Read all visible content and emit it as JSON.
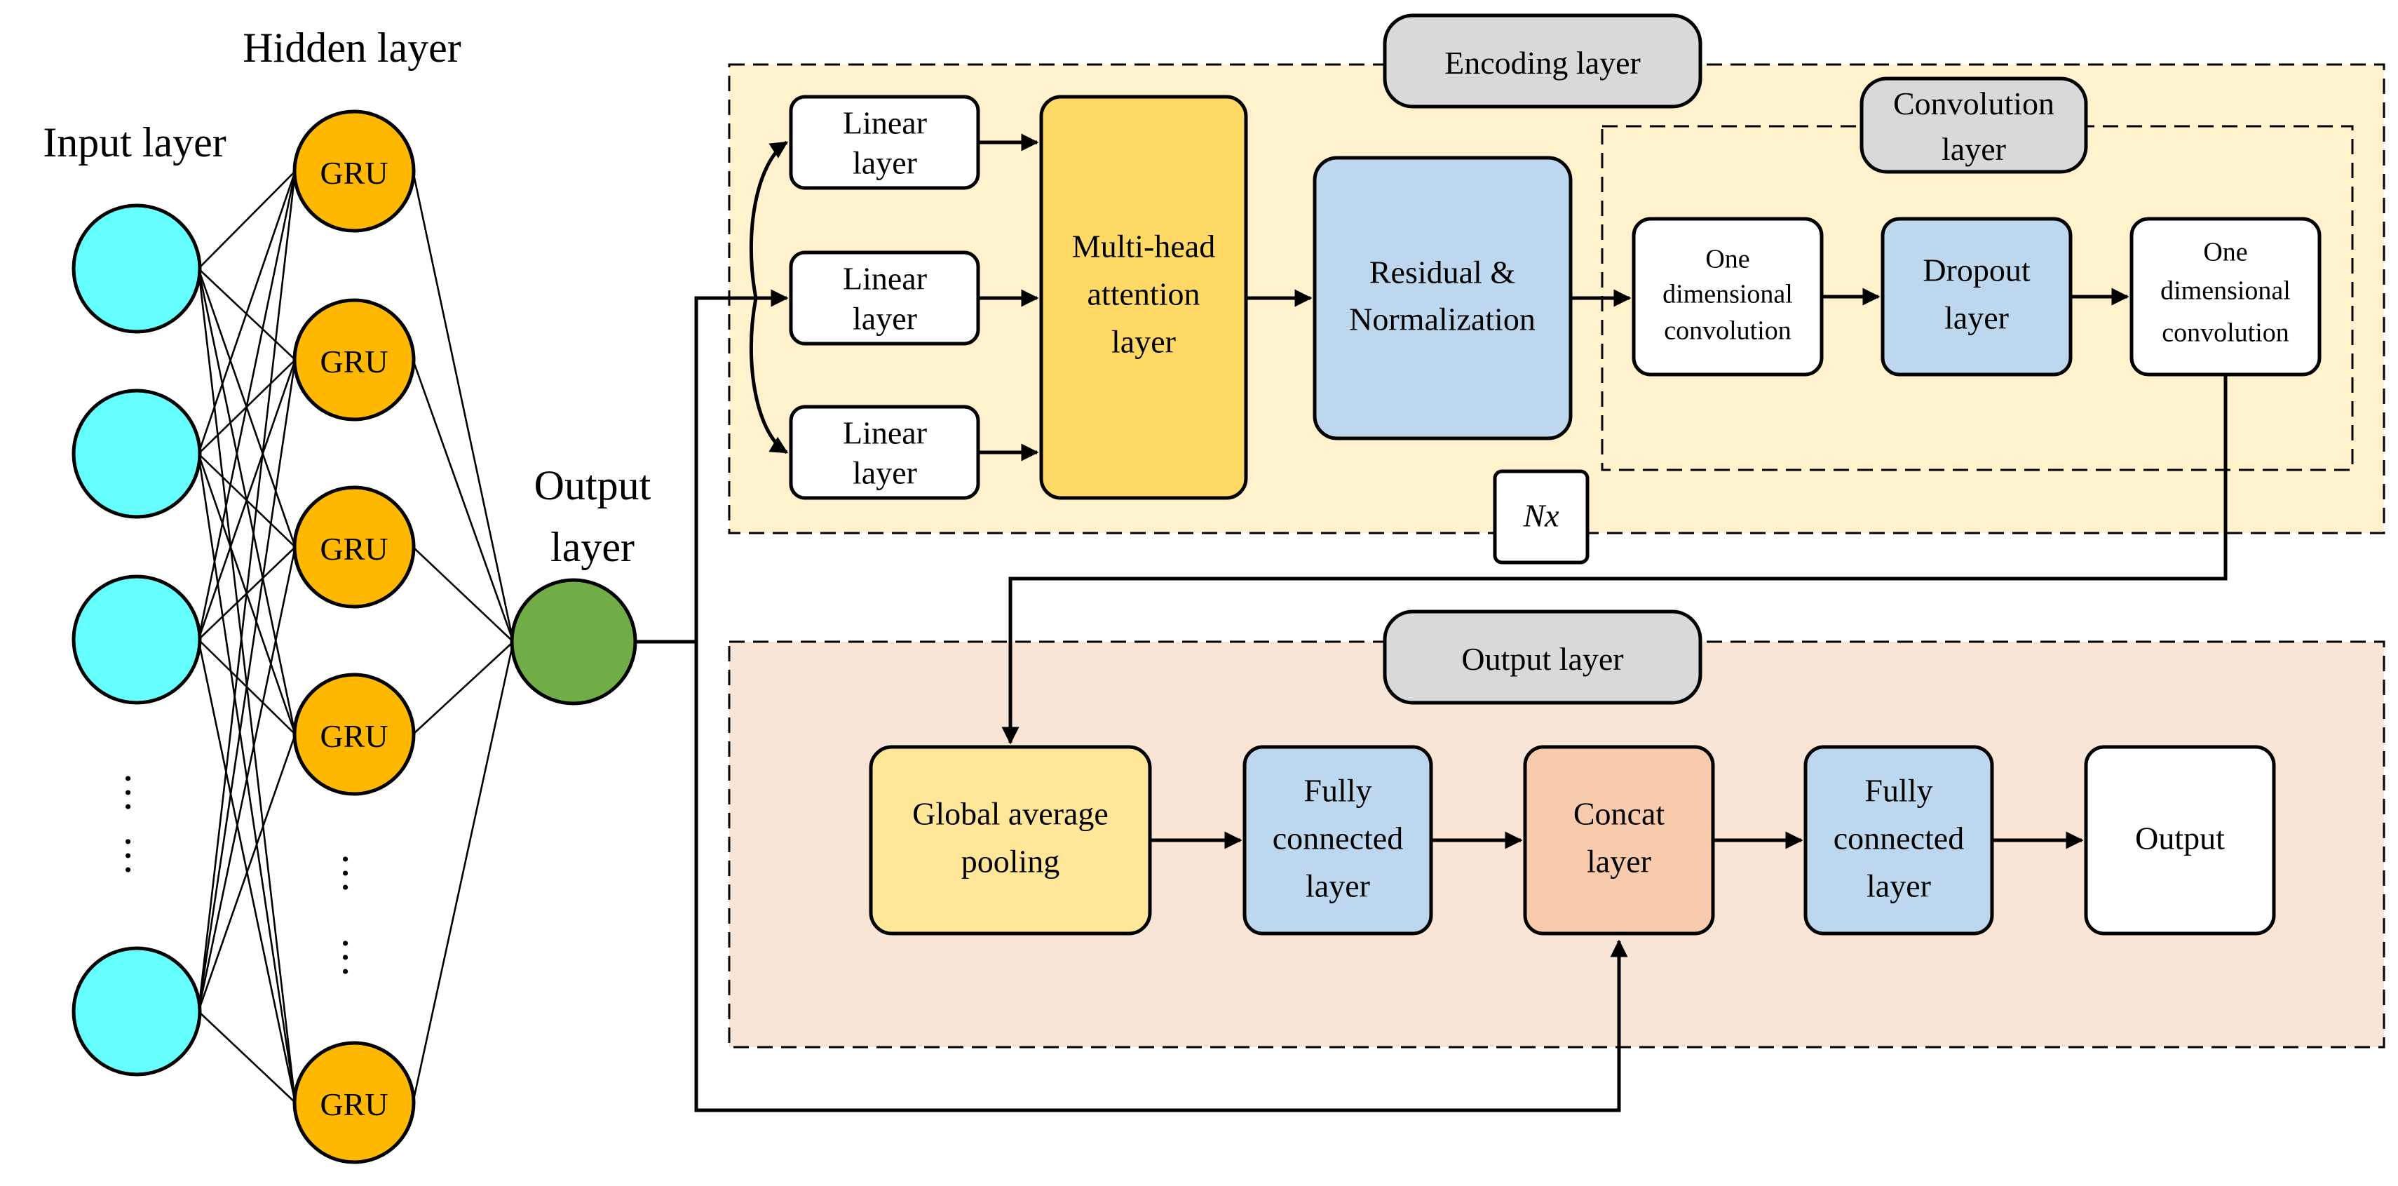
{
  "network": {
    "input_layer_label": "Input layer",
    "hidden_layer_label": "Hidden layer",
    "output_layer_label_line1": "Output",
    "output_layer_label_line2": "layer",
    "gru_labels": [
      "GRU",
      "GRU",
      "GRU",
      "GRU",
      "GRU"
    ],
    "colors": {
      "input_node": "#66ffff",
      "gru_node": "#ffb800",
      "output_node": "#70ad47"
    }
  },
  "encoding": {
    "title": "Encoding layer",
    "linear_layers": [
      {
        "line1": "Linear",
        "line2": "layer"
      },
      {
        "line1": "Linear",
        "line2": "layer"
      },
      {
        "line1": "Linear",
        "line2": "layer"
      }
    ],
    "multihead": {
      "line1": "Multi-head",
      "line2": "attention",
      "line3": "layer"
    },
    "residual": {
      "line1": "Residual &",
      "line2": "Normalization"
    },
    "nx": "Nx",
    "colors": {
      "panel": "#fff2cc",
      "multihead": "#ffd966",
      "residual": "#bdd7ee",
      "title_bg": "#d9d9d9"
    }
  },
  "convolution": {
    "title_line1": "Convolution",
    "title_line2": "layer",
    "conv1": {
      "line1": "One",
      "line2": "dimensional",
      "line3": "convolution"
    },
    "dropout": {
      "line1": "Dropout",
      "line2": "layer"
    },
    "conv2": {
      "line1": "One",
      "line2": "dimensional",
      "line3": "convolution"
    }
  },
  "output": {
    "title": "Output layer",
    "gap": {
      "line1": "Global average",
      "line2": "pooling"
    },
    "fc1": {
      "line1": "Fully",
      "line2": "connected",
      "line3": "layer"
    },
    "concat": {
      "line1": "Concat",
      "line2": "layer"
    },
    "fc2": {
      "line1": "Fully",
      "line2": "connected",
      "line3": "layer"
    },
    "final": "Output",
    "colors": {
      "panel": "#f8e5d6",
      "gap": "#ffe699",
      "fc": "#bdd7ee",
      "concat": "#f8cbad"
    }
  }
}
